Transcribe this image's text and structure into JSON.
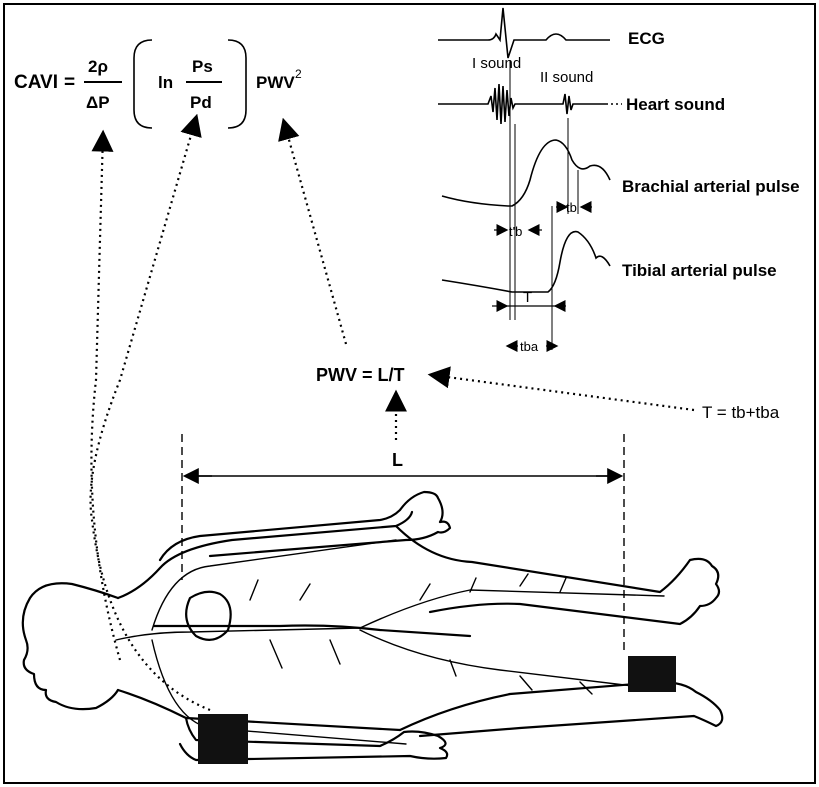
{
  "formula": {
    "lhs": "CAVI",
    "equals": "=",
    "coef_num": "2ρ",
    "coef_den": "ΔP",
    "ln": "ln",
    "ratio_num": "Ps",
    "ratio_den": "Pd",
    "pwv": "PWV",
    "exponent": "2"
  },
  "waveforms": {
    "ecg": "ECG",
    "first_sound": "I sound",
    "second_sound": "II sound",
    "heart_sound": "Heart sound",
    "brachial": "Brachial arterial pulse",
    "tibial": "Tibial arterial pulse",
    "t_b": "tb",
    "t_prime_b": "t'b",
    "t_total": "T",
    "t_ba": "tba"
  },
  "pwv_equation": "PWV = L/T",
  "t_equation": "T = tb+tba",
  "length_label": "L",
  "colors": {
    "ink": "#000000",
    "background": "#ffffff",
    "cuff": "#111111"
  }
}
